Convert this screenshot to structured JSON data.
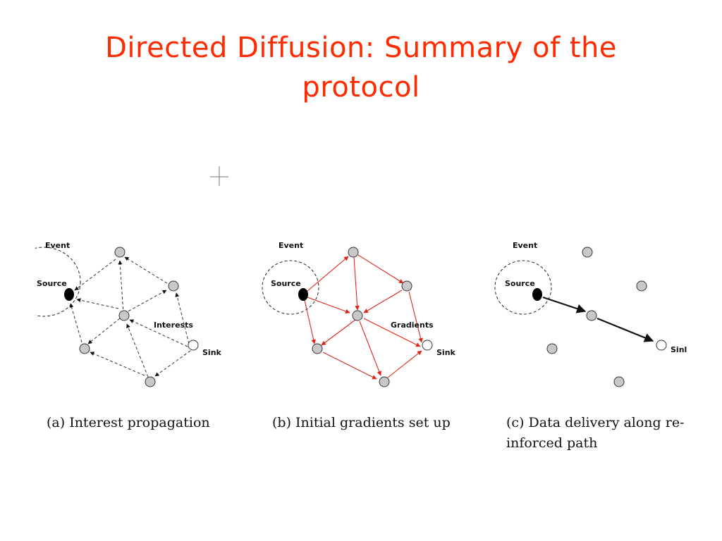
{
  "slide": {
    "title_line1": "Directed Diffusion: Summary of the",
    "title_line2": "protocol"
  },
  "colors": {
    "title": "#ff2a00",
    "node_fill": "#c8c8c8",
    "gradient_edge": "#e0251b",
    "source_fill": "#000000",
    "sink_fill": "#ffffff"
  },
  "diagrams": {
    "a": {
      "label_event": "Event",
      "label_source": "Source",
      "label_sink": "Sink",
      "label_edges": "Interests",
      "caption": "(a) Interest propagation"
    },
    "b": {
      "label_event": "Event",
      "label_source": "Source",
      "label_sink": "Sink",
      "label_edges": "Gradients",
      "caption": "(b) Initial gradients set up"
    },
    "c": {
      "label_event": "Event",
      "label_source": "Source",
      "label_sink": "Sinl",
      "caption_line1": "(c) Data delivery along re-",
      "caption_line2": "inforced path"
    }
  }
}
